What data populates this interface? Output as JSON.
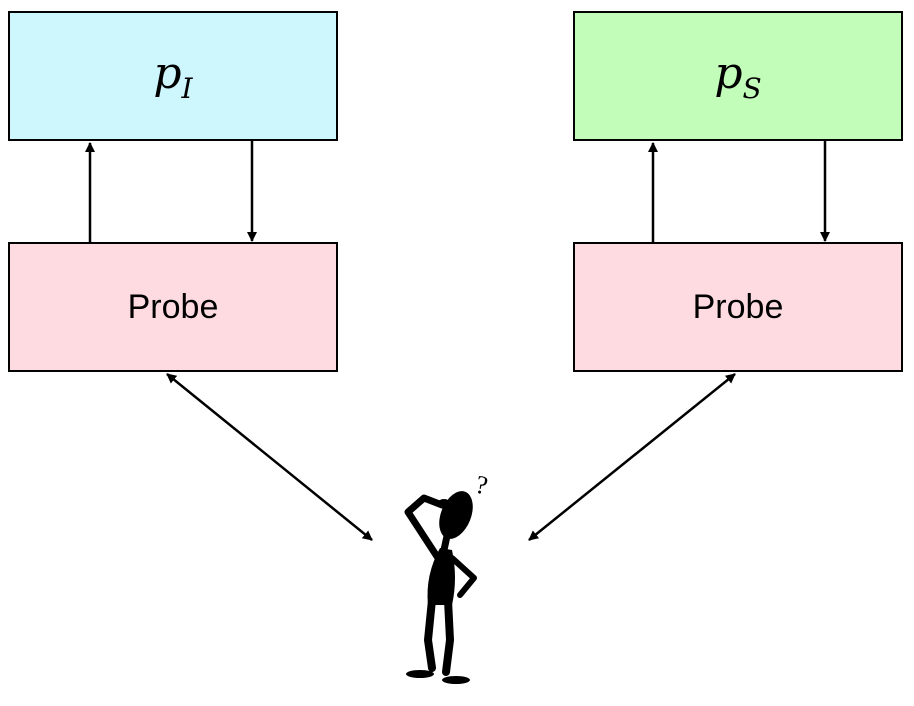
{
  "left_column": {
    "distribution_symbol": "p",
    "distribution_subscript": "I",
    "distribution_color": "#cdf6fd",
    "probe_label": "Probe",
    "probe_color": "#fddbe1"
  },
  "right_column": {
    "distribution_symbol": "p",
    "distribution_subscript": "S",
    "distribution_color": "#c2fdb9",
    "probe_label": "Probe",
    "probe_color": "#fddbe1"
  },
  "icons": {
    "observer": "thinking-person-icon",
    "question_mark": "?"
  }
}
